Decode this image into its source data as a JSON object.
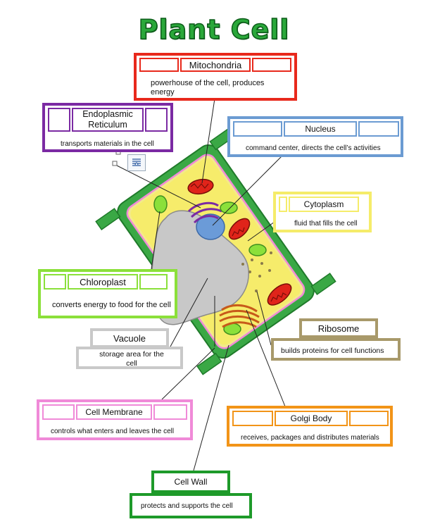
{
  "title": "Plant Cell",
  "colors": {
    "mitochondria": "#e8291c",
    "er": "#7b2aa3",
    "nucleus": "#6b9bd2",
    "cytoplasm": "#f5ec6a",
    "chloroplast": "#8be03a",
    "vacuole": "#c9c9c9",
    "ribosome": "#a8996a",
    "membrane": "#f08ad8",
    "golgi": "#f29418",
    "wall": "#1e9a2a"
  },
  "labels": {
    "mitochondria": {
      "name": "Mitochondria",
      "desc": "powerhouse of the cell, produces energy"
    },
    "er": {
      "name": "Endoplasmic Reticulum",
      "desc": "transports materials in the cell"
    },
    "nucleus": {
      "name": "Nucleus",
      "desc": "command center, directs the cell’s activities"
    },
    "cytoplasm": {
      "name": "Cytoplasm",
      "desc": "fluid that fills the cell"
    },
    "chloroplast": {
      "name": "Chloroplast",
      "desc": "converts energy to food for the cell"
    },
    "vacuole": {
      "name": "Vacuole",
      "desc": "storage area for the cell"
    },
    "ribosome": {
      "name": "Ribosome",
      "desc": "builds proteins for cell functions"
    },
    "membrane": {
      "name": "Cell Membrane",
      "desc": "controls what enters and leaves the cell"
    },
    "golgi": {
      "name": "Golgi Body",
      "desc": "receives, packages and distributes materials"
    },
    "wall": {
      "name": "Cell Wall",
      "desc": "protects and supports the cell"
    }
  },
  "icons": {
    "layout_options": "layout-options-icon"
  }
}
